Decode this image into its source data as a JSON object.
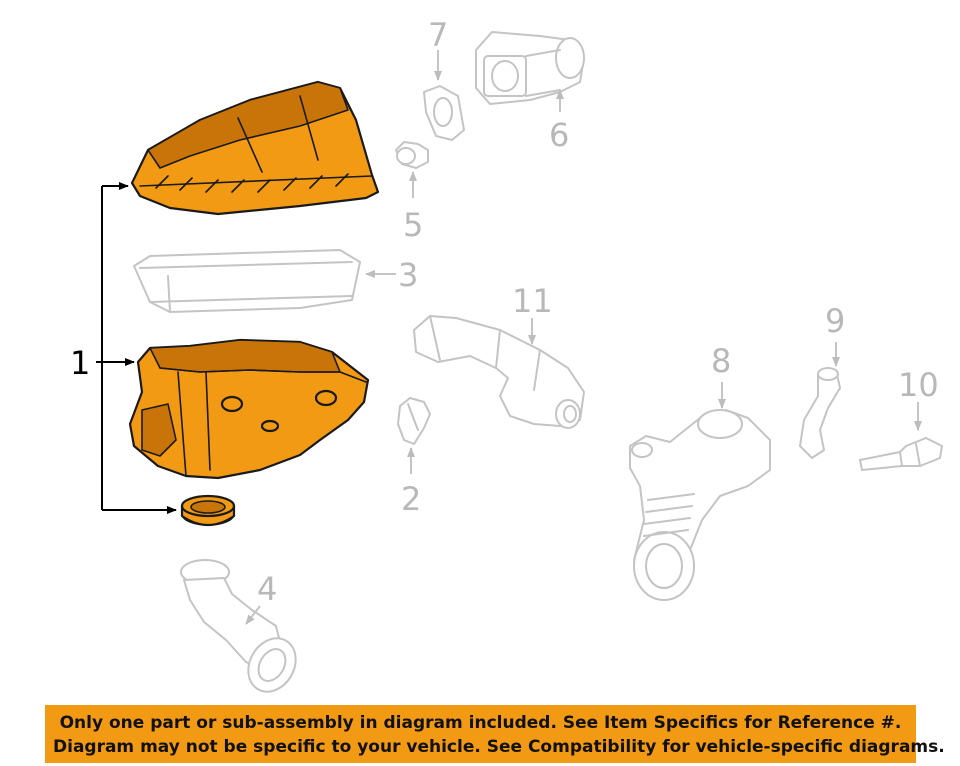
{
  "callouts": {
    "c1": "1",
    "c2": "2",
    "c3": "3",
    "c4": "4",
    "c5": "5",
    "c6": "6",
    "c7": "7",
    "c8": "8",
    "c9": "9",
    "c10": "10",
    "c11": "11"
  },
  "banner": {
    "line1": "Only one part or sub-assembly in diagram included. See Item Specifics for Reference #.",
    "line2": "Diagram may not be specific to your vehicle. See Compatibility for vehicle-specific diagrams."
  },
  "colors": {
    "highlight": "#f29a14",
    "ghost_outline": "#c4c4c4",
    "callout_gray": "#b8b8b8"
  }
}
